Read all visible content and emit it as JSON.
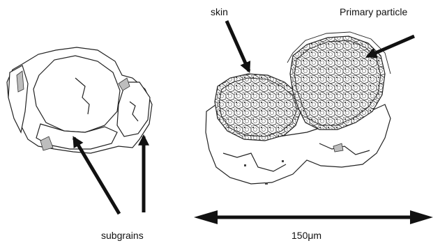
{
  "labels": {
    "skin": "skin",
    "primary_particle": "Primary particle",
    "subgrains": "subgrains",
    "scale": "150μm"
  },
  "colors": {
    "outline": "#222222",
    "fill": "#ffffff",
    "shade": "#bdbdbd",
    "arrow": "#111111"
  }
}
